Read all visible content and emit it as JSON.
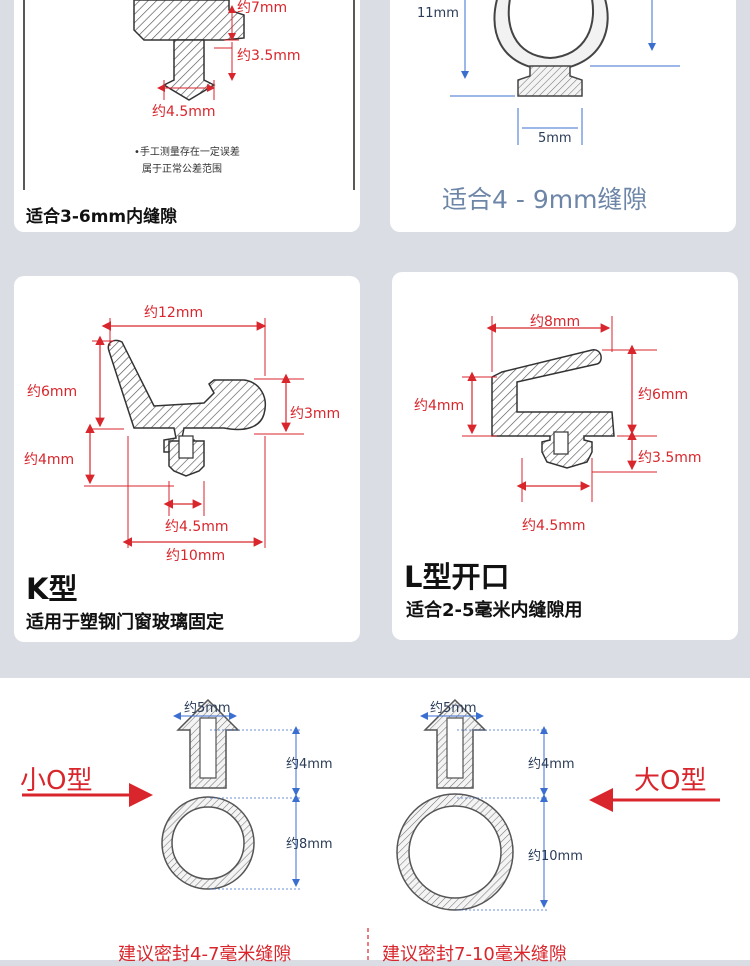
{
  "card1": {
    "dim_top": "约7mm",
    "dim_mid": "约3.5mm",
    "dim_bottom": "约4.5mm",
    "note_line1": "•手工测量存在一定误差",
    "note_line2": "属于正常公差范围",
    "caption": "适合3-6mm内缝隙"
  },
  "card2": {
    "dim_height": "11mm",
    "dim_width": "5mm",
    "caption": "适合4 - 9mm缝隙"
  },
  "card3": {
    "dim_top": "约12mm",
    "dim_left_top": "约6mm",
    "dim_right": "约3mm",
    "dim_left_bottom": "约4mm",
    "dim_inner": "约4.5mm",
    "dim_base": "约10mm",
    "title": "K型",
    "subtitle": "适用于塑钢门窗玻璃固定"
  },
  "card4": {
    "dim_top": "约8mm",
    "dim_left": "约4mm",
    "dim_right_top": "约6mm",
    "dim_right_bottom": "约3.5mm",
    "dim_bottom": "约4.5mm",
    "title": "L型开口",
    "subtitle": "适合2-5毫米内缝隙用"
  },
  "bottom": {
    "left_label": "小O型",
    "right_label": "大O型",
    "left_top_width": "约5mm",
    "left_head": "约4mm",
    "left_ring": "约8mm",
    "right_top_width": "约5mm",
    "right_head": "约4mm",
    "right_ring": "约10mm",
    "left_caption": "建议密封4-7毫米缝隙",
    "right_caption": "建议密封7-10毫米缝隙"
  },
  "colors": {
    "background": "#dadde3",
    "dimension_red": "#d8262c",
    "dimension_blue": "#3a6fd0",
    "text_dark": "#111111",
    "caption_blue_gray": "#6d86a8"
  }
}
